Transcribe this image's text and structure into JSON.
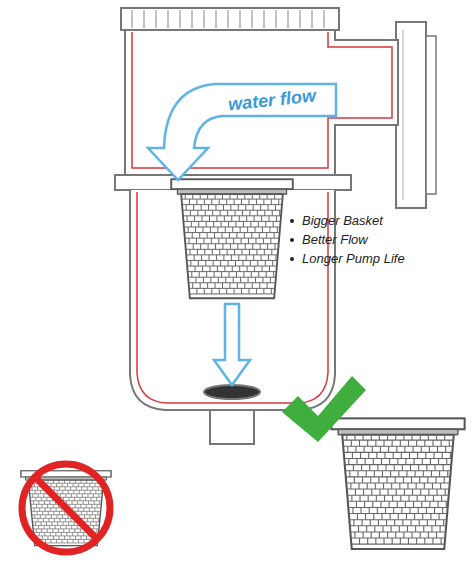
{
  "diagram": {
    "labels": [
      "water flow",
      "Bigger Basket",
      "Better Flow",
      "Longer Pump Life"
    ]
  }
}
